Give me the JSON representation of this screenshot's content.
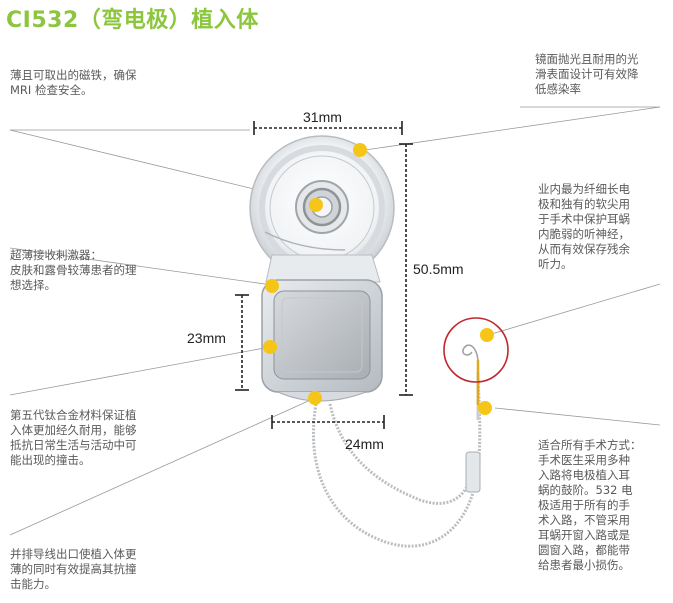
{
  "title": "CI532（弯电极）植入体",
  "dimensions": {
    "width_top": "31mm",
    "height_total": "50.5mm",
    "width_bottom": "24mm",
    "height_inner": "23mm"
  },
  "notes": {
    "magnet": [
      "薄且可取出的磁铁，确保",
      "MRI 检查安全。"
    ],
    "surface": [
      "镜面抛光且耐用的光",
      "滑表面设计可有效降",
      "低感染率"
    ],
    "receiver": [
      "超薄接收刺激器：",
      "皮肤和露骨较薄患者的理",
      "想选择。"
    ],
    "electrode": [
      "业内最为纤细长电",
      "极和独有的软尖用",
      "于手术中保护耳蜗",
      "内脆弱的听神经，",
      "从而有效保存残余",
      "听力。"
    ],
    "titanium": [
      "第五代钛合金材料保证植",
      "入体更加经久耐用，能够",
      "抵抗日常生活与活动中可",
      "能出现的撞击。"
    ],
    "surgery": [
      "适合所有手术方式：",
      "手术医生采用多种",
      "入路将电极植入耳",
      "蜗的鼓阶。532 电",
      "极适用于所有的手",
      "术入路，不管采用",
      "耳蜗开窗入路或是",
      "圆窗入路，都能带",
      "给患者最小损伤。"
    ],
    "lead": [
      "并排导线出口使植入体更",
      "薄的同时有效提高其抗撞",
      "击能力。"
    ]
  },
  "colors": {
    "title": "#8cc63f",
    "marker": "#f5c518",
    "ring": "#c0272d",
    "line": "#999999"
  }
}
